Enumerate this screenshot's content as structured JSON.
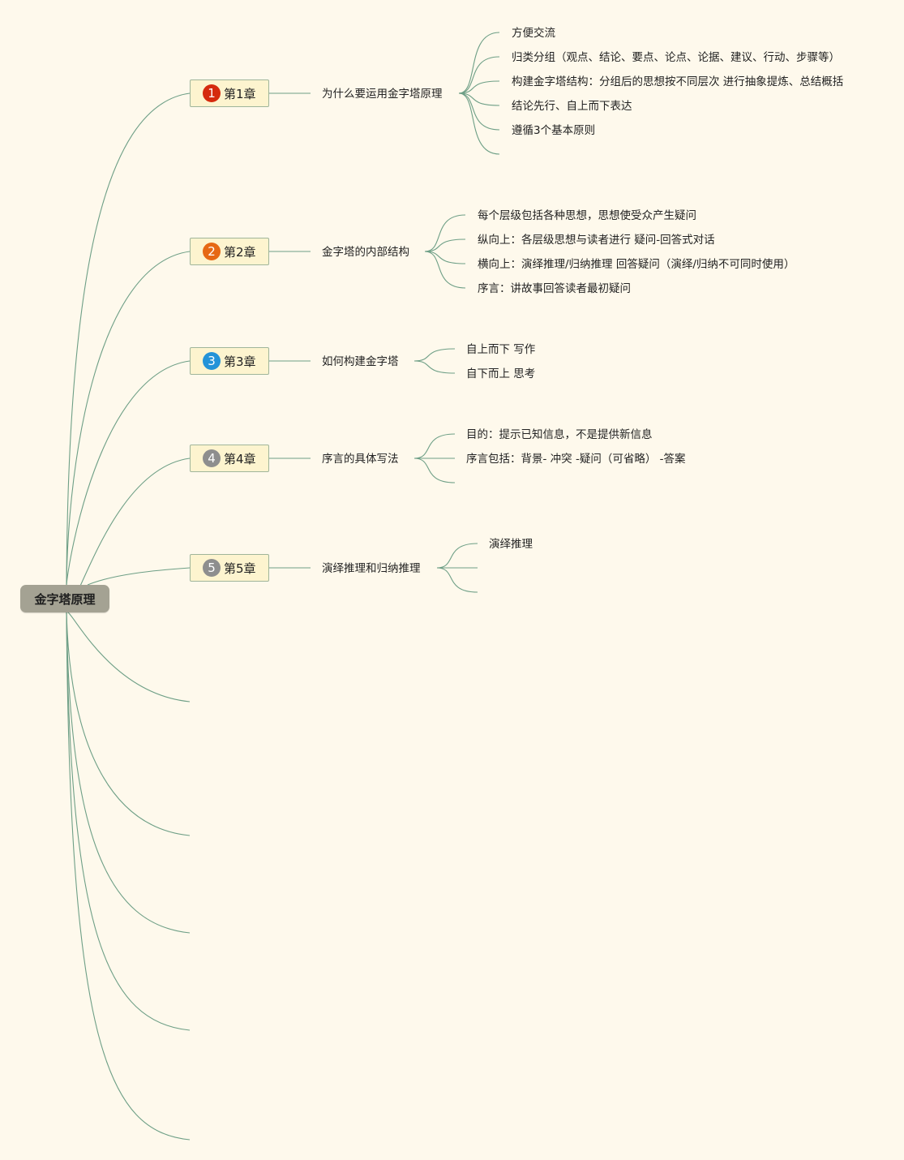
{
  "root": {
    "label": "金字塔原理"
  },
  "colors": {
    "line": "#6e9f86",
    "background": "#fef9ec",
    "root_fill": "#a4a293",
    "chapter_fill": "#fdf4cf",
    "chapter_border": "#9fb59a"
  },
  "chapters": [
    {
      "number": "1",
      "badge_color": "#d52a0e",
      "label": "第1章",
      "topic": "为什么要运用金字塔原理",
      "children": [
        "方便交流",
        "归类分组（观点、结论、要点、论点、论据、建议、行动、步骤等）",
        "构建金字塔结构：分组后的思想按不同层次 进行抽象提炼、总结概括",
        "结论先行、自上而下表达",
        "遵循3个基本原则"
      ]
    },
    {
      "number": "2",
      "badge_color": "#e66814",
      "label": "第2章",
      "topic": "金字塔的内部结构",
      "children": [
        "每个层级包括各种思想，思想使受众产生疑问",
        "纵向上：各层级思想与读者进行 疑问-回答式对话",
        "横向上：演绎推理/归纳推理 回答疑问（演绎/归纳不可同时使用）",
        "序言：讲故事回答读者最初疑问"
      ]
    },
    {
      "number": "3",
      "badge_color": "#2493d8",
      "label": "第3章",
      "topic": "如何构建金字塔",
      "children": [
        "自上而下 写作",
        "自下而上 思考"
      ]
    },
    {
      "number": "4",
      "badge_color": "#8e8e8e",
      "label": "第4章",
      "topic": "序言的具体写法",
      "children": [
        "目的：提示已知信息，不是提供新信息",
        "序言包括：背景- 冲突 -疑问（可省略） -答案"
      ]
    },
    {
      "number": "5",
      "badge_color": "#8e8e8e",
      "label": "第5章",
      "topic": "演绎推理和归纳推理",
      "children": [
        "演绎推理",
        ""
      ]
    }
  ]
}
